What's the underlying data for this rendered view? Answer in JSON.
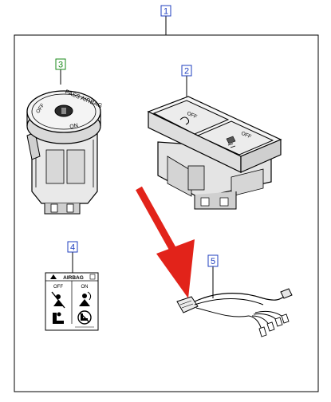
{
  "callouts": [
    {
      "id": "1",
      "label": "1",
      "color": "#1f3fbf"
    },
    {
      "id": "2",
      "label": "2",
      "color": "#1f3fbf"
    },
    {
      "id": "3",
      "label": "3",
      "color": "#1a8a1a"
    },
    {
      "id": "4",
      "label": "4",
      "color": "#1f3fbf"
    },
    {
      "id": "5",
      "label": "5",
      "color": "#1f3fbf"
    }
  ],
  "switch_airbag": {
    "ring_top": "PASS AIRBAG",
    "left": "OFF",
    "bottom": "ON"
  },
  "switch_block": {
    "button_left_text": "OFF",
    "button_right_text": "OFF"
  },
  "label_card": {
    "title": "AIRBAG",
    "col_off": "OFF",
    "col_on": "ON"
  },
  "arrow_color": "#e2231a"
}
